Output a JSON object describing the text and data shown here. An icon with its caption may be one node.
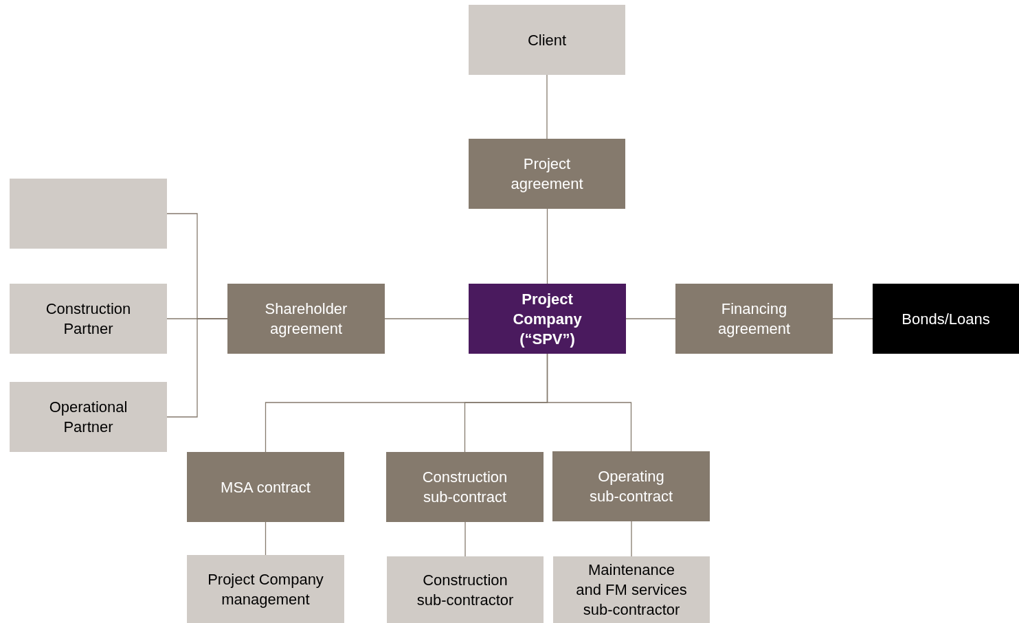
{
  "diagram": {
    "nodes": [
      {
        "text": [
          "Client"
        ]
      },
      {
        "text": [
          "Project agreement"
        ]
      },
      {
        "text": [],
        "shape": "box"
      },
      {
        "text": [
          "Construction Partner"
        ]
      },
      {
        "text": [
          "Operational Partner"
        ]
      },
      {
        "text": [
          "Shareholder agreement"
        ]
      },
      {
        "text": [
          "Project Company (“SPV”)"
        ]
      },
      {
        "text": [
          "Financing agreement"
        ]
      },
      {
        "text": [
          "Bonds/Loans"
        ]
      },
      {
        "text": [
          "MSA contract"
        ]
      },
      {
        "text": [
          "Construction sub-contract"
        ]
      },
      {
        "text": [
          "Operating sub-contract"
        ]
      },
      {
        "text": [
          "Project Company management"
        ]
      },
      {
        "text": [
          "Construction sub-contractor"
        ]
      },
      {
        "text": [
          "Maintenance and FM services sub-contractor"
        ]
      }
    ],
    "edges": [
      {
        "from": 0,
        "to": 1,
        "arrow": "none"
      },
      {
        "from": 1,
        "to": 6,
        "arrow": "none"
      },
      {
        "from": 2,
        "to": 5,
        "arrow": "none"
      },
      {
        "from": 3,
        "to": 5,
        "arrow": "none"
      },
      {
        "from": 4,
        "to": 5,
        "arrow": "none"
      },
      {
        "from": 5,
        "to": 6,
        "arrow": "none"
      },
      {
        "from": 6,
        "to": 7,
        "arrow": "none"
      },
      {
        "from": 7,
        "to": 8,
        "arrow": "none"
      },
      {
        "from": 6,
        "to": 9,
        "arrow": "none"
      },
      {
        "from": 6,
        "to": 10,
        "arrow": "none"
      },
      {
        "from": 6,
        "to": 11,
        "arrow": "none"
      },
      {
        "from": 9,
        "to": 12,
        "arrow": "none"
      },
      {
        "from": 10,
        "to": 13,
        "arrow": "none"
      },
      {
        "from": 11,
        "to": 14,
        "arrow": "none"
      }
    ]
  }
}
